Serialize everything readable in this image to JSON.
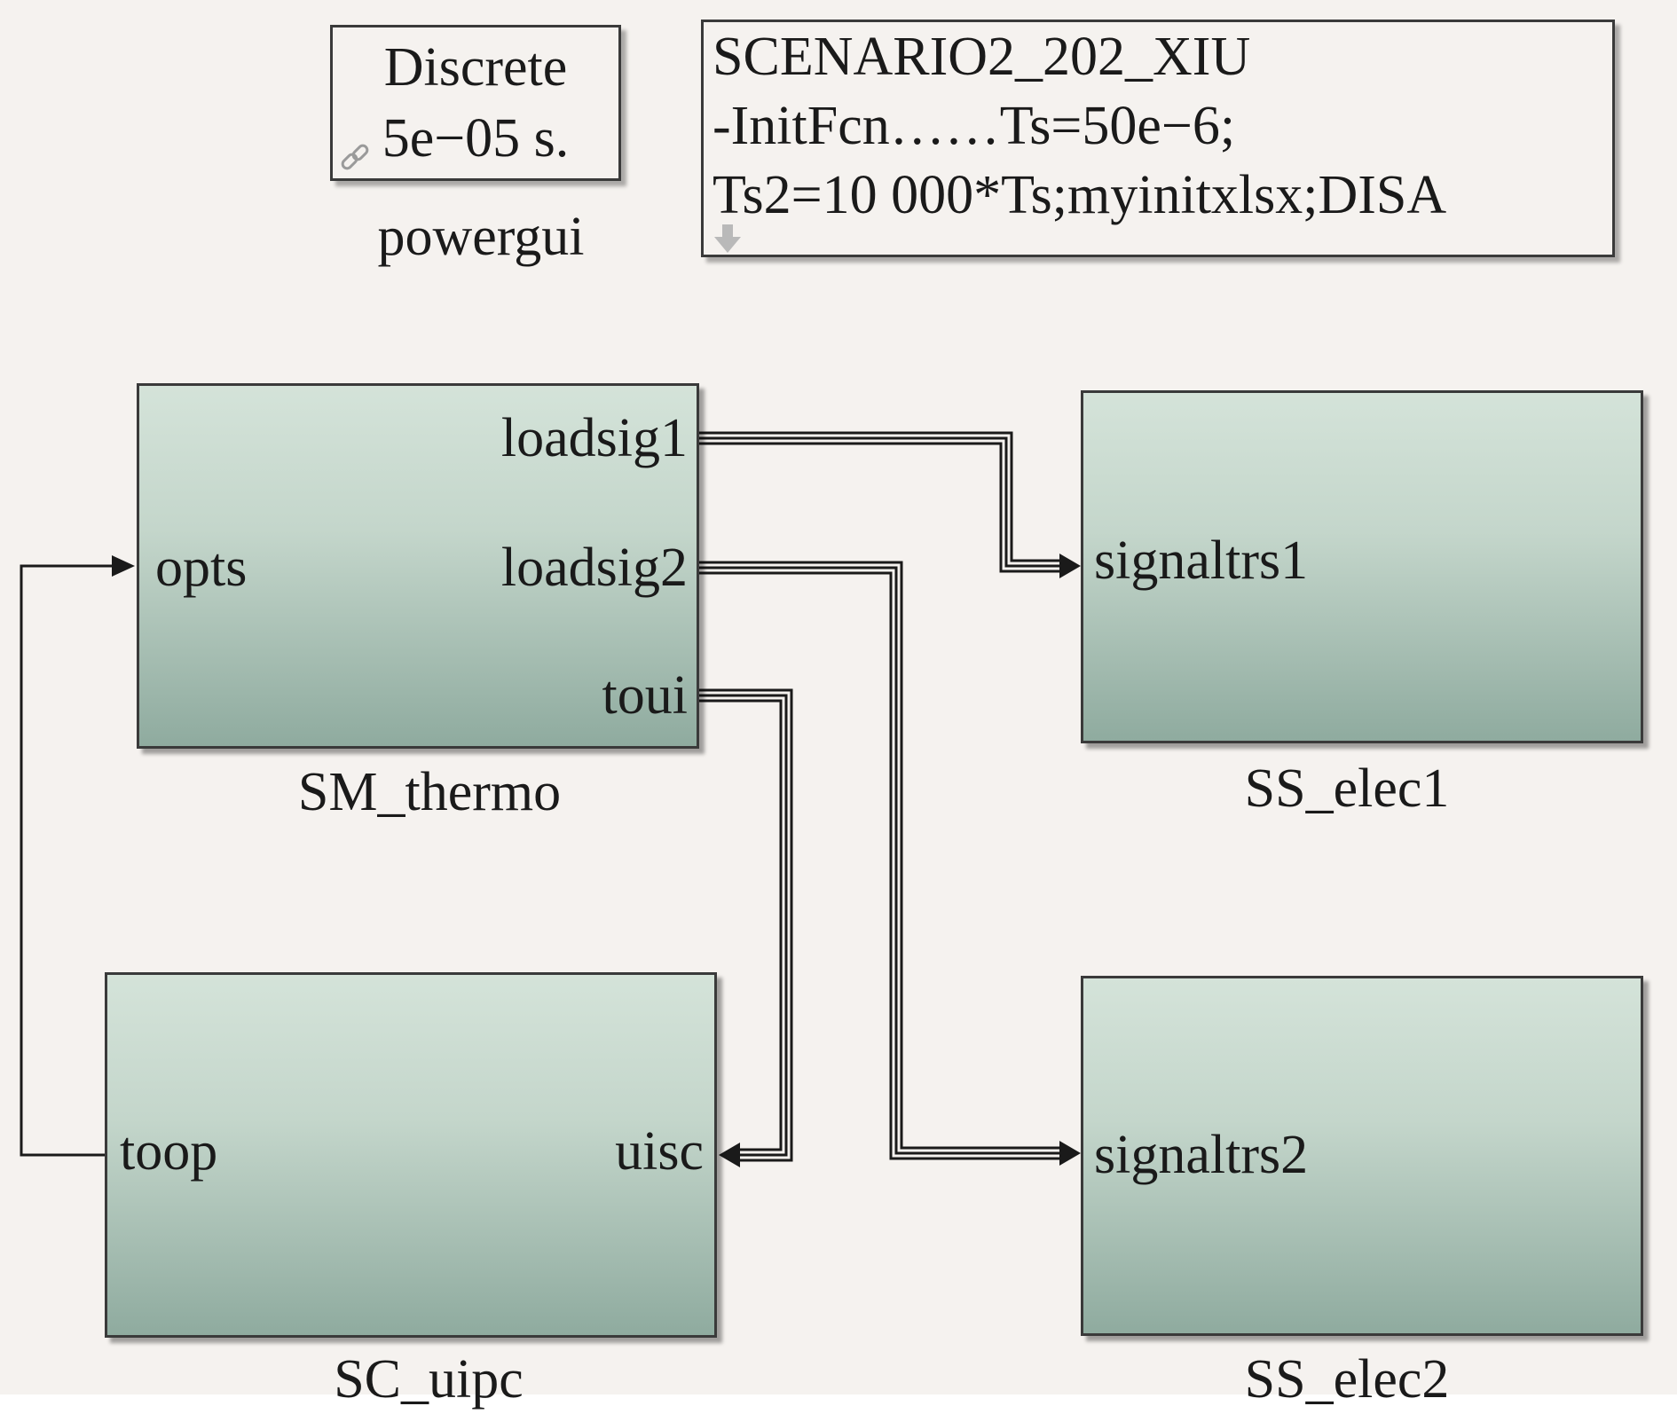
{
  "powergui": {
    "line1": "Discrete",
    "line2": "5e−05 s.",
    "caption": "powergui"
  },
  "init_block": {
    "line1": "SCENARIO2_202_XIU",
    "line2": "-InitFcn……Ts=50e−6;",
    "line3": "Ts2=10 000*Ts;myinitxlsx;DISA"
  },
  "blocks": {
    "sm_thermo": {
      "caption": "SM_thermo",
      "in_port": "opts",
      "out_ports": [
        "loadsig1",
        "loadsig2",
        "toui"
      ]
    },
    "ss_elec1": {
      "caption": "SS_elec1",
      "in_port": "signaltrs1"
    },
    "sc_uipc": {
      "caption": "SC_uipc",
      "in_port": "uisc",
      "out_port": "toop"
    },
    "ss_elec2": {
      "caption": "SS_elec2",
      "in_port": "signaltrs2"
    }
  },
  "colors": {
    "block_top": "#d4e3d9",
    "block_bottom": "#8fab9f",
    "background": "#f5f2ef",
    "wire": "#1a1a1a"
  }
}
